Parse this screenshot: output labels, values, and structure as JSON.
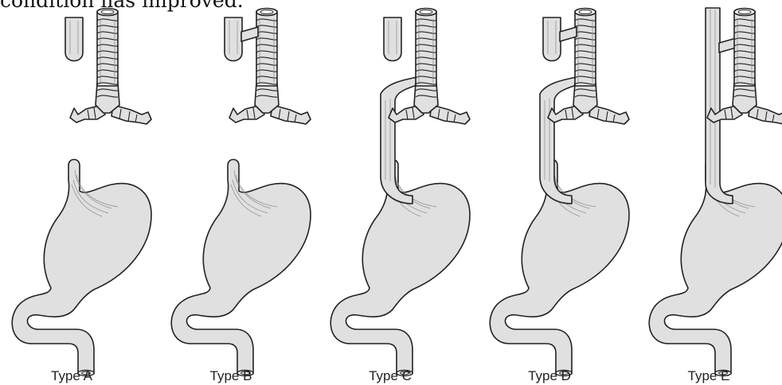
{
  "header": {
    "text": "condition has improved."
  },
  "figure": {
    "colors": {
      "fill": "#e0e0e0",
      "stroke": "#222222",
      "ring": "#8a8a8a",
      "background": "#ffffff"
    },
    "panels": [
      {
        "label": "Type A",
        "esophagus": "upper-pouch-and-lower-pouch",
        "fistula": "none"
      },
      {
        "label": "Type B",
        "esophagus": "upper-pouch-and-lower-pouch",
        "fistula": "upper-pouch-to-trachea"
      },
      {
        "label": "Type C",
        "esophagus": "upper-pouch-and-lower-pouch",
        "fistula": "lower-segment-to-trachea"
      },
      {
        "label": "Type D",
        "esophagus": "upper-pouch-and-lower-pouch",
        "fistula": "both-segments-to-trachea"
      },
      {
        "label": "Type E",
        "esophagus": "continuous",
        "fistula": "h-type"
      }
    ]
  }
}
